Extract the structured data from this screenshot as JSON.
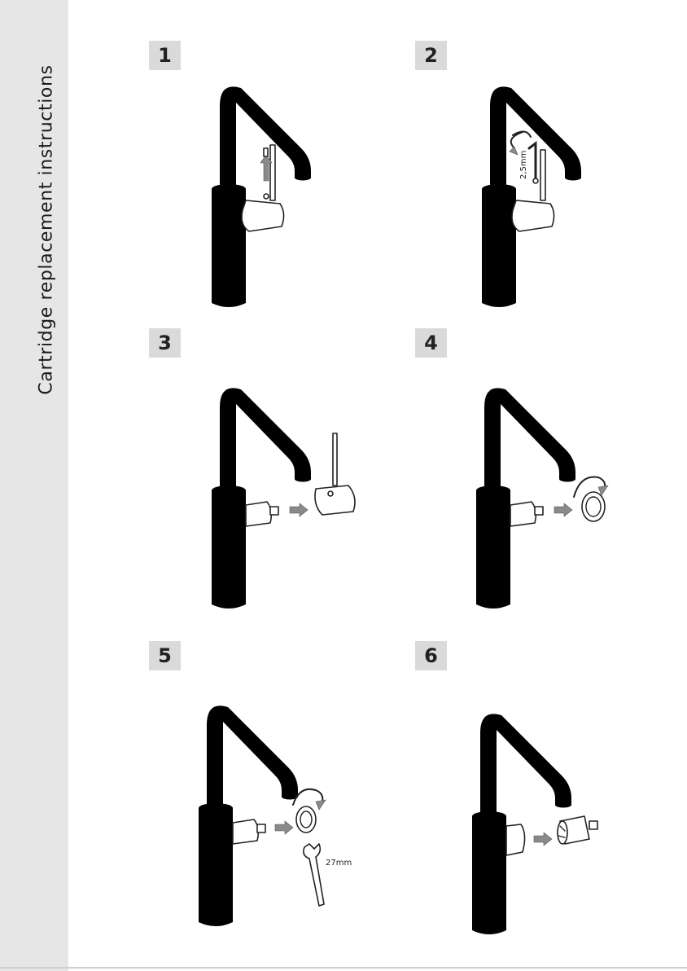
{
  "sidebar": {
    "title": "Cartridge replacement instructions"
  },
  "steps": [
    {
      "number": "1",
      "annotation": ""
    },
    {
      "number": "2",
      "annotation": "2,5mm"
    },
    {
      "number": "3",
      "annotation": ""
    },
    {
      "number": "4",
      "annotation": ""
    },
    {
      "number": "5",
      "annotation": "27mm"
    },
    {
      "number": "6",
      "annotation": ""
    }
  ],
  "colors": {
    "sidebar_bg": "#e6e6e6",
    "badge_bg": "#dadada",
    "line": "#222222",
    "arrow": "#8a8a8a"
  }
}
